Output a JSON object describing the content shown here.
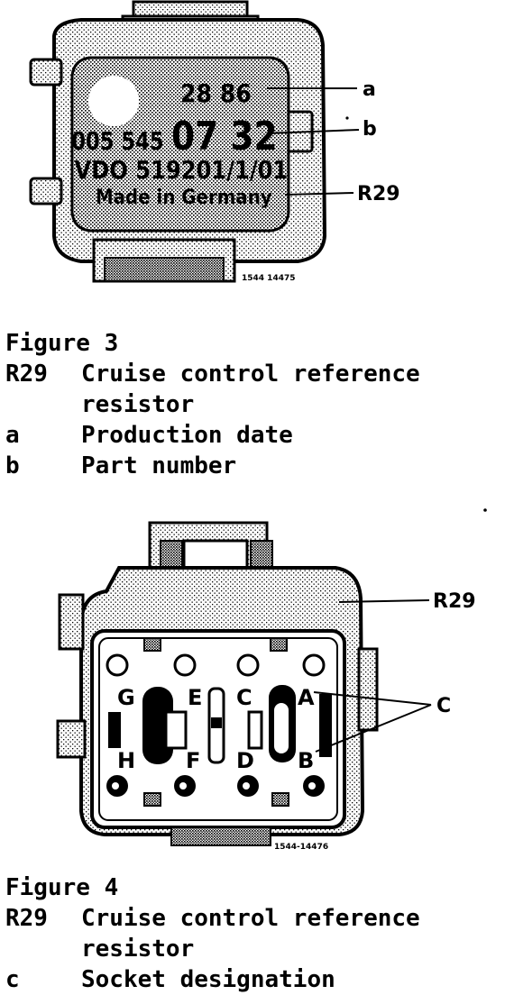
{
  "figure3": {
    "device_label": {
      "date": "28 86",
      "part_prefix": "005 545",
      "part_suffix": "07 32",
      "vdo": "VDO 519201/1/01",
      "made": "Made in Germany"
    },
    "code": "1544 14475",
    "callouts": {
      "a": "a",
      "b": "b",
      "r29": "R29"
    },
    "caption": {
      "title": "Figure 3",
      "items": [
        {
          "key": "R29",
          "lines": [
            "Cruise control reference",
            "resistor"
          ]
        },
        {
          "key": "a",
          "lines": [
            "Production date"
          ]
        },
        {
          "key": "b",
          "lines": [
            "Part number"
          ]
        }
      ]
    }
  },
  "figure4": {
    "socket_letters": [
      "G",
      "E",
      "C",
      "A",
      "H",
      "F",
      "D",
      "B"
    ],
    "code": "1544-14476",
    "callouts": {
      "r29": "R29",
      "c": "C"
    },
    "caption": {
      "title": "Figure 4",
      "items": [
        {
          "key": "R29",
          "lines": [
            "Cruise control reference",
            "resistor"
          ]
        },
        {
          "key": "c",
          "lines": [
            "Socket designation"
          ]
        }
      ]
    }
  }
}
